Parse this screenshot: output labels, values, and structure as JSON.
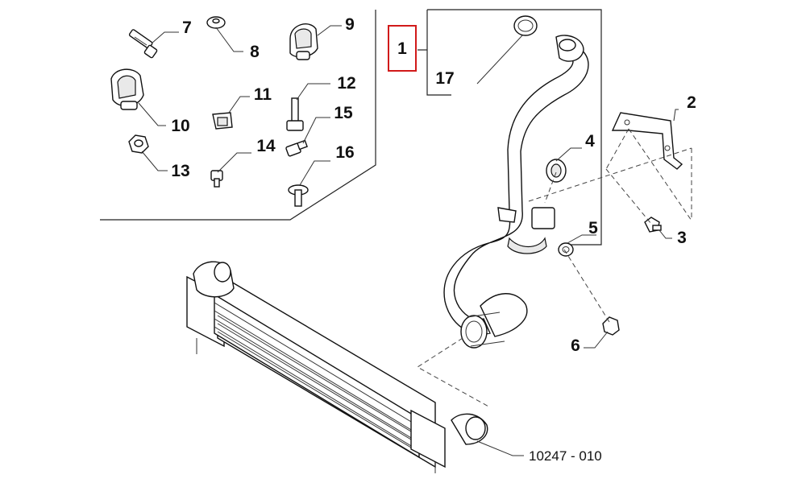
{
  "diagram": {
    "reference_code": "10247 - 010",
    "highlight_color": "#d11a1a",
    "callouts": [
      {
        "id": "1",
        "label": "1",
        "highlighted": true
      },
      {
        "id": "2",
        "label": "2"
      },
      {
        "id": "3",
        "label": "3"
      },
      {
        "id": "4",
        "label": "4"
      },
      {
        "id": "5",
        "label": "5"
      },
      {
        "id": "6",
        "label": "6"
      },
      {
        "id": "7",
        "label": "7"
      },
      {
        "id": "8",
        "label": "8"
      },
      {
        "id": "9",
        "label": "9"
      },
      {
        "id": "10",
        "label": "10"
      },
      {
        "id": "11",
        "label": "11"
      },
      {
        "id": "12",
        "label": "12"
      },
      {
        "id": "13",
        "label": "13"
      },
      {
        "id": "14",
        "label": "14"
      },
      {
        "id": "15",
        "label": "15"
      },
      {
        "id": "16",
        "label": "16"
      },
      {
        "id": "17",
        "label": "17"
      }
    ]
  }
}
